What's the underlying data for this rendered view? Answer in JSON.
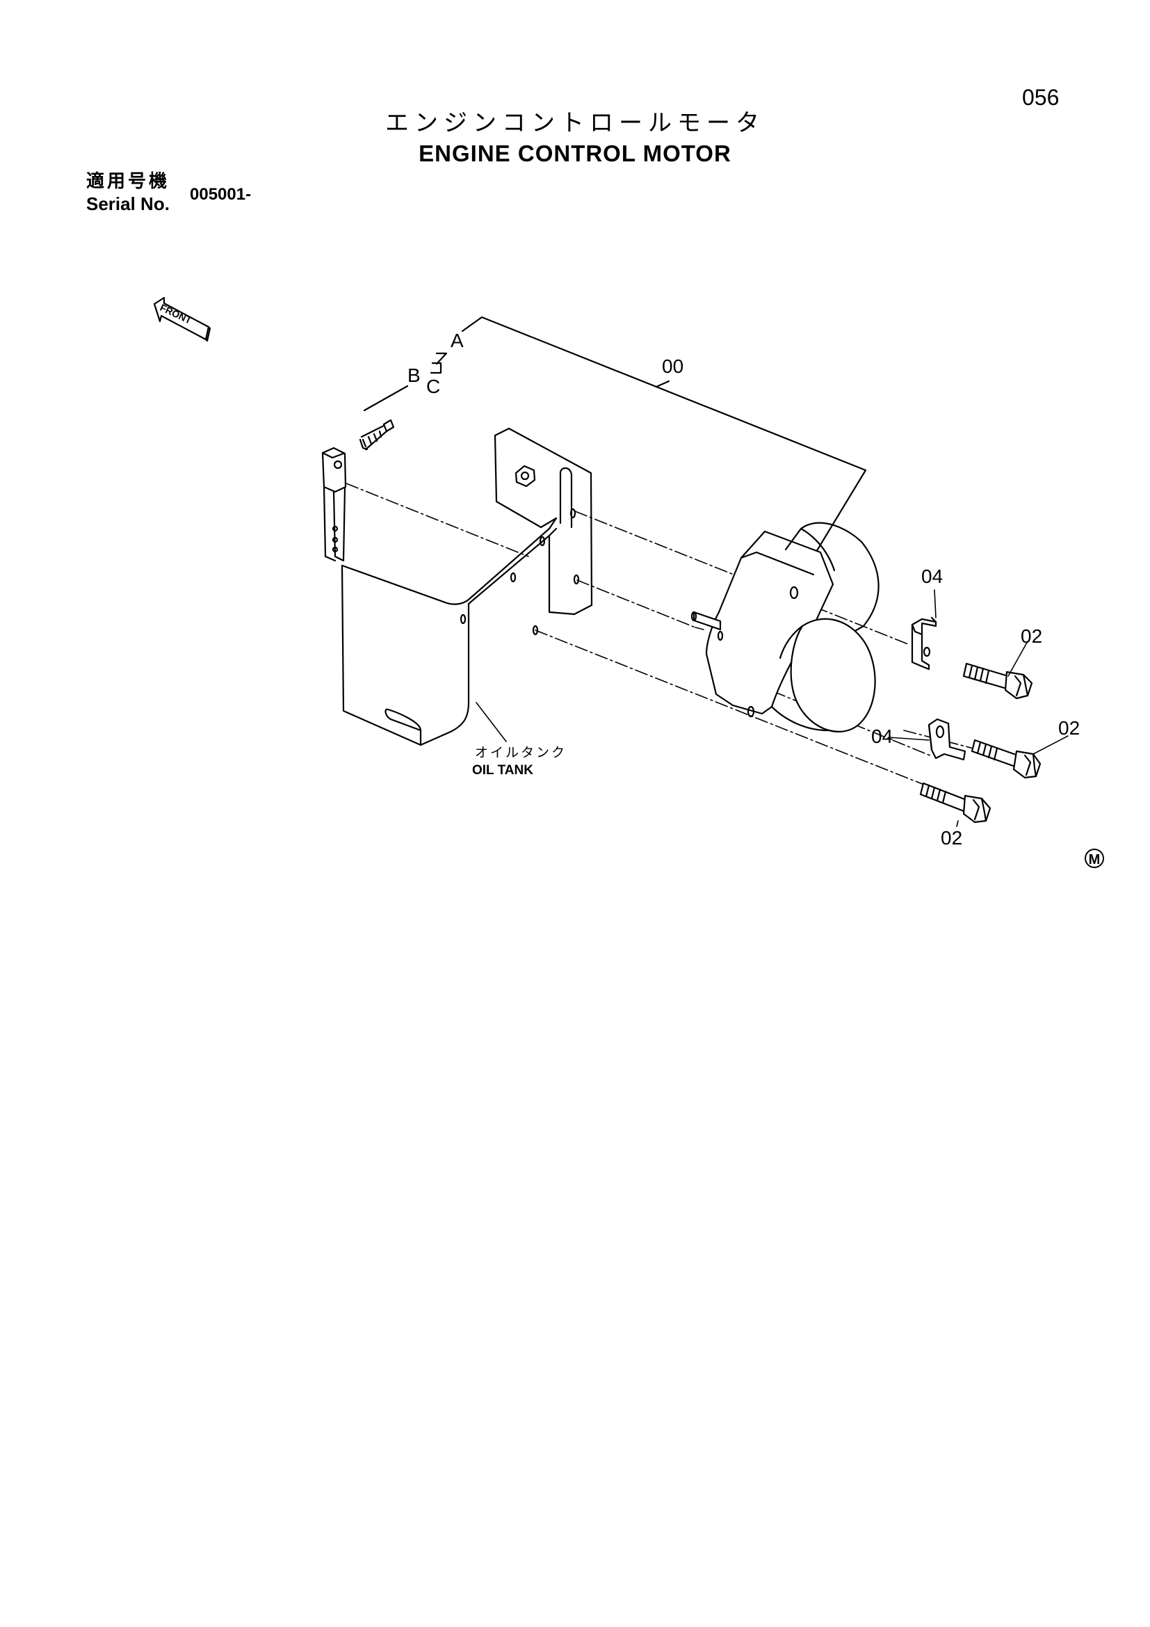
{
  "page": {
    "number": "056",
    "title_jp": "エンジンコントロールモータ",
    "title_en": "ENGINE CONTROL MOTOR"
  },
  "serial": {
    "label_jp": "適用号機",
    "label_en": "Serial No.",
    "value": "005001-"
  },
  "diagram": {
    "front_label": "FRONT",
    "callouts": {
      "a": "A",
      "b": "B",
      "c": "C",
      "assembly": "00",
      "bracket_upper": "04",
      "bracket_lower": "04",
      "bolt_upper": "02",
      "bolt_middle": "02",
      "bolt_lower": "02"
    },
    "oil_tank_jp": "オイルタンク",
    "oil_tank_en": "OIL TANK",
    "m_mark": "M"
  }
}
